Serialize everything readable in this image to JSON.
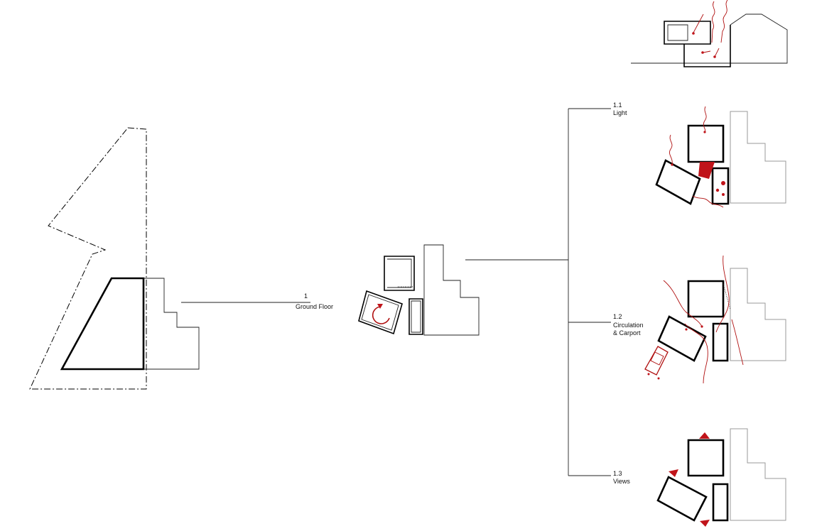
{
  "labels": {
    "ground_floor": {
      "number": "1",
      "title": "Ground Floor"
    },
    "light": {
      "number": "1.1",
      "title": "Light"
    },
    "circulation": {
      "number": "1.2",
      "title": "Circulation\n& Carport"
    },
    "views": {
      "number": "1.3",
      "title": "Views"
    }
  },
  "colors": {
    "line": "#000000",
    "accent_red": "#c0141a",
    "neighbour_grey": "#999999"
  }
}
